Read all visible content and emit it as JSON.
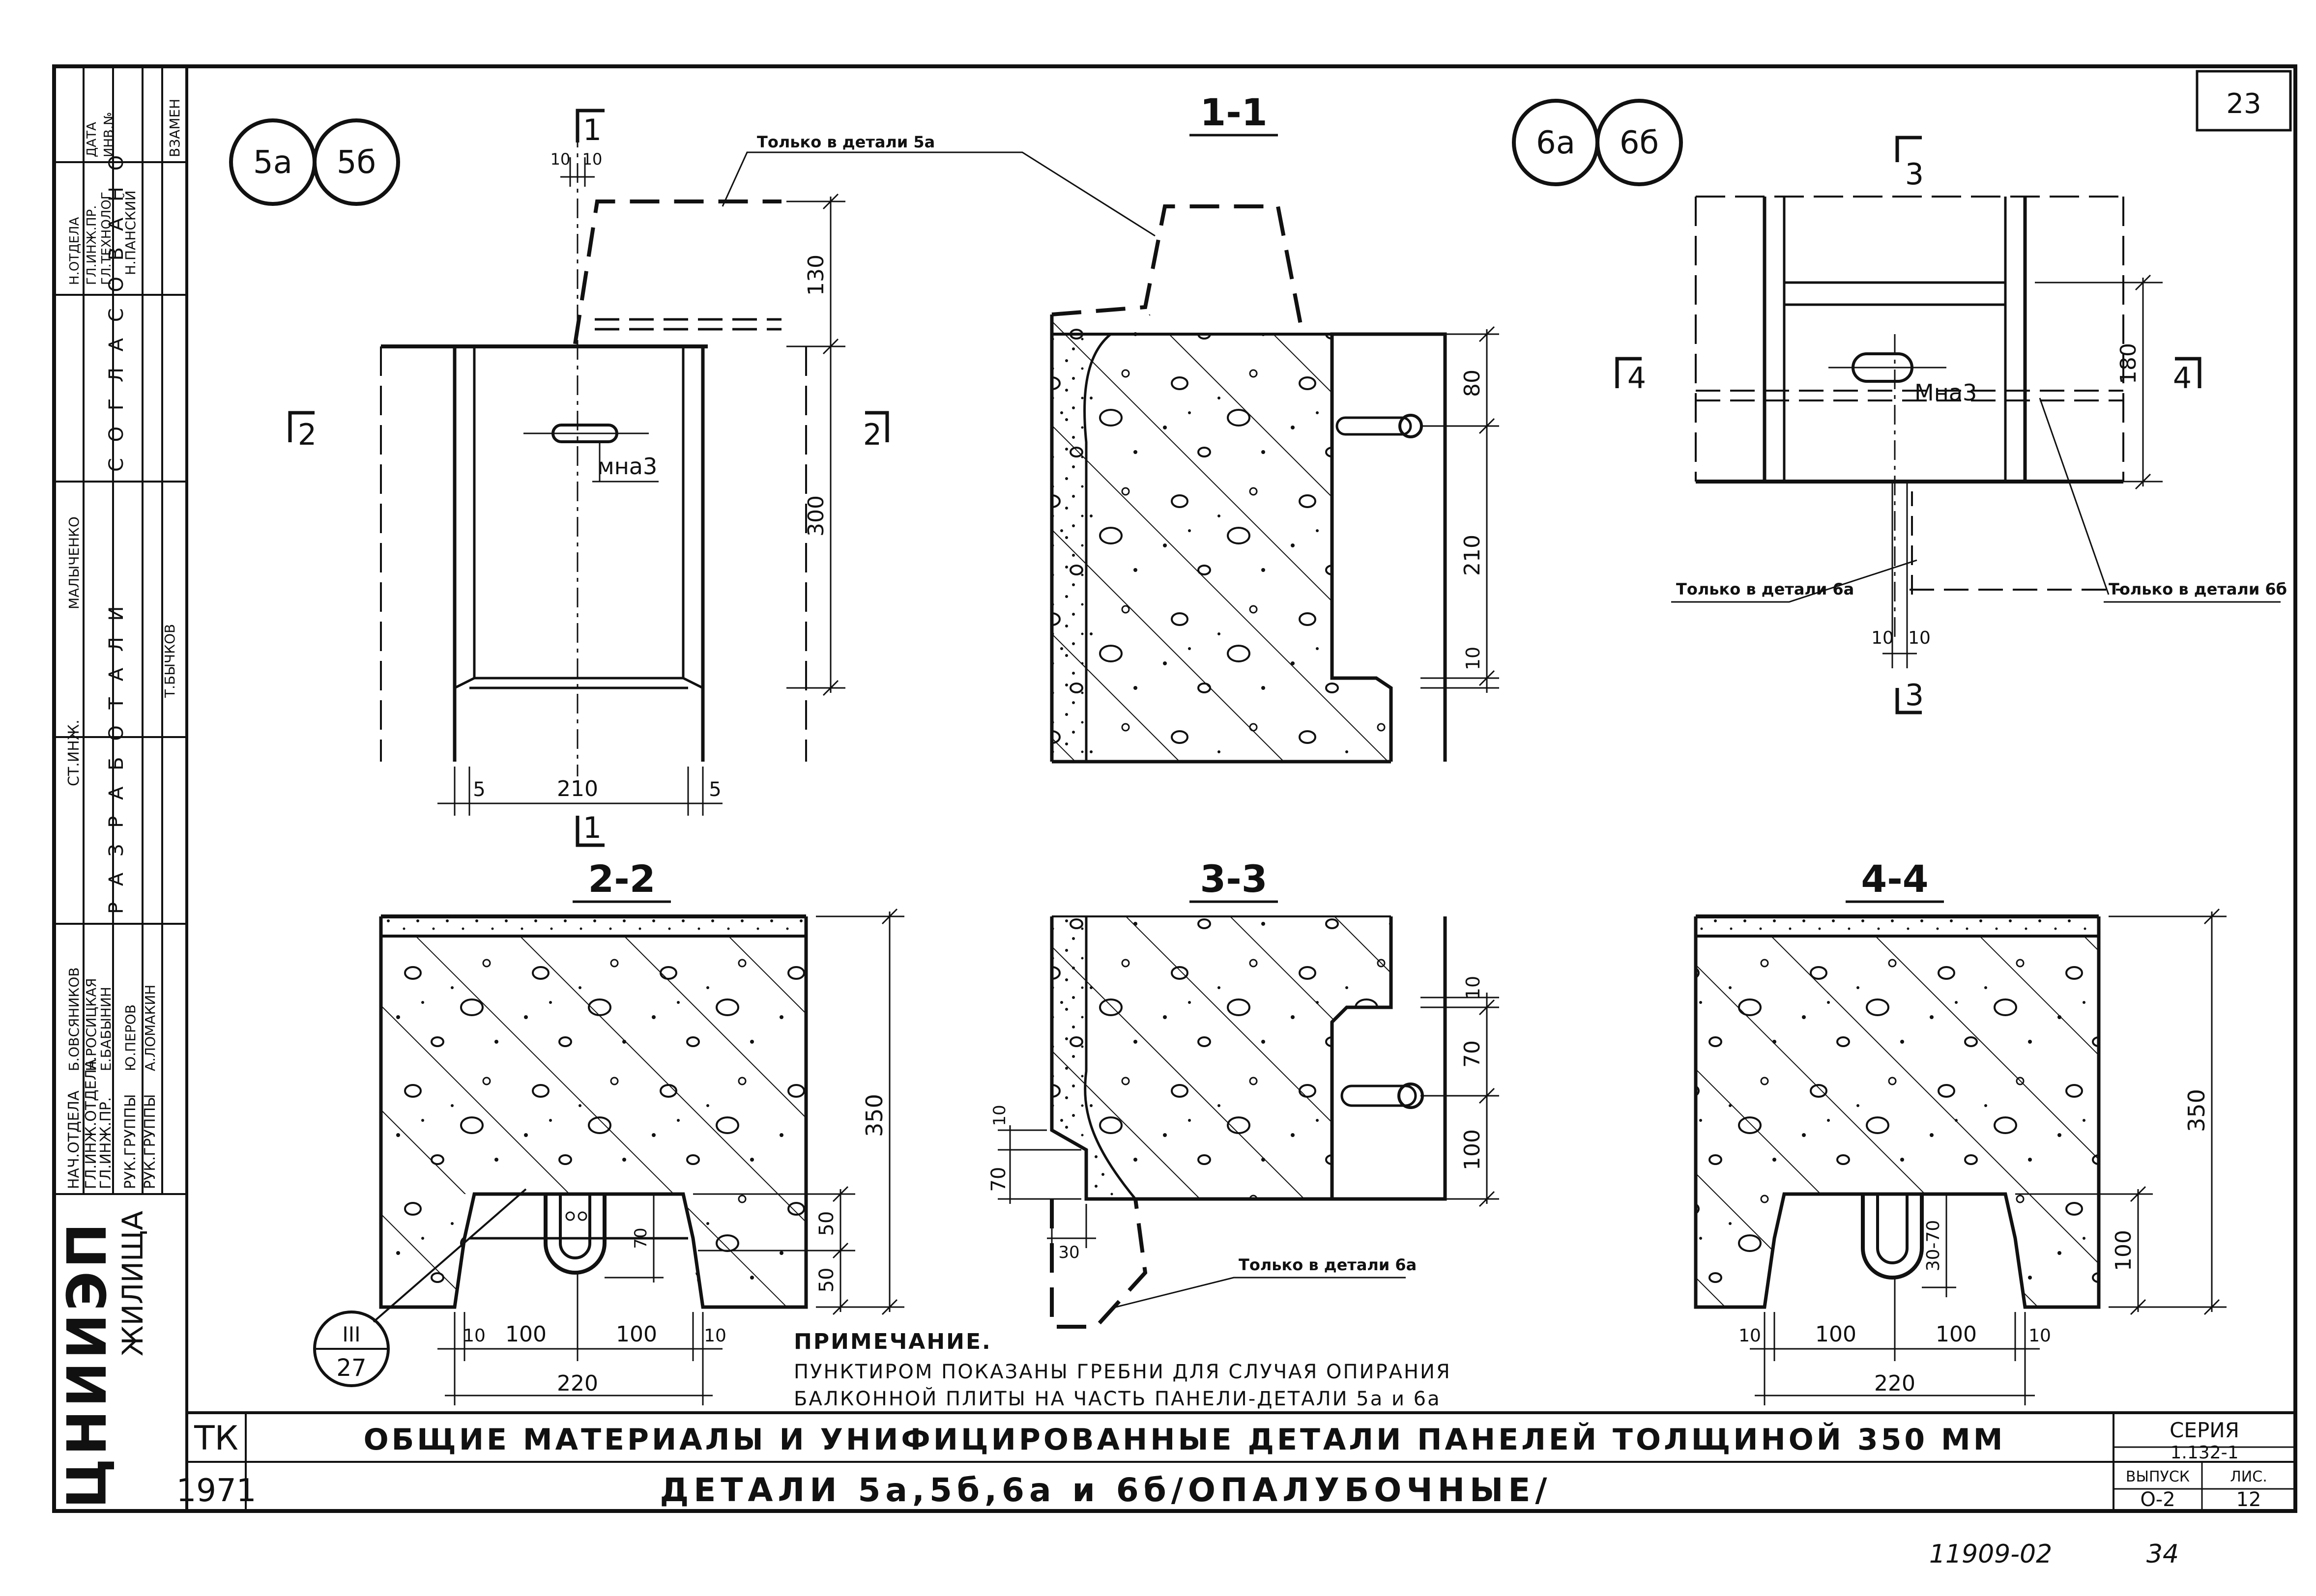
{
  "sheet": {
    "page_number": "23",
    "doc_number": "11909-02",
    "footer_handwritten": "34",
    "org_short": "ЖИЛИЩА",
    "org_logo": "ЦНИИЭП",
    "code_tk": "ТК",
    "year": "1971",
    "series_label": "СЕРИЯ",
    "series_value": "1.132-1",
    "issue_label": "ВЫПУСК",
    "issue_value": "О-2",
    "sheet_label": "ЛИС.",
    "sheet_value": "12",
    "title_line1": "ОБЩИЕ МАТЕРИАЛЫ И УНИФИЦИРОВАННЫЕ ДЕТАЛИ ПАНЕЛЕЙ ТОЛЩИНОЙ 350 ММ",
    "title_line2": "ДЕТАЛИ 5а,5б,6а и 6б/ОПАЛУБОЧНЫЕ/"
  },
  "side_stamp": {
    "top_headers": [
      "Н.ОТДЕЛА",
      "ГЛ.ИНЖ.ПР.",
      "ГЛ.ТЕХНОЛОГ",
      "ДАТА",
      "ИНВ.№"
    ],
    "section_approved": "С О Г Л А С О В А Н О",
    "section_developed": "Р А З Р А Б О Т А Л И",
    "roles": [
      "НАЧ.ОТДЕЛА",
      "ГЛ.ИНЖ.ОТДЕЛА",
      "ГЛ.ИНЖ.ПР.",
      "РУК.ГРУППЫ",
      "РУК.ГРУППЫ",
      "СТ.ИНЖ."
    ],
    "names": [
      "Б.ОВСЯНИКОВ",
      "Н.РОСИЦКАЯ",
      "Е.БАБЫНИН",
      "Ю.ПЕРОВ",
      "А.ЛОМАКИН",
      "Т.БЫЧКОВ"
    ],
    "extra_names": [
      "МАЛЫЧЕНКО",
      "Н.ПАНСКИЙ",
      "ВЗАМЕН"
    ]
  },
  "detail_tags": {
    "left_pair": [
      "5а",
      "5б"
    ],
    "right_pair": [
      "6а",
      "6б"
    ],
    "ref_callout": {
      "top": "III",
      "bottom": "27"
    }
  },
  "section_labels": {
    "s11": "1-1",
    "s22": "2-2",
    "s33": "3-3",
    "s44": "4-4",
    "cut1": "1",
    "cut2": "2",
    "cut3": "3",
    "cut4": "4"
  },
  "annotations": {
    "only_5a": "Только в детали 5а",
    "only_6a": "Только в детали 6а",
    "only_6a_2": "Только в детали 6а",
    "only_6b": "Только в детали 6б",
    "mna3_left": "мна3",
    "mna3_right": "Мна3"
  },
  "dims": {
    "v5_130": "130",
    "v5_300": "300",
    "h5_10a": "10",
    "h5_10b": "10",
    "h5_5a": "5",
    "h5_210": "210",
    "h5_5b": "5",
    "v11_80": "80",
    "v11_210": "210",
    "v11_10": "10",
    "v6_180": "180",
    "h6_10a": "10",
    "h6_10b": "10",
    "v22_350": "350",
    "v22_50a": "50",
    "v22_50b": "50",
    "v22_70": "70",
    "h22_10a": "10",
    "h22_100a": "100",
    "h22_100b": "100",
    "h22_10b": "10",
    "h22_220": "220",
    "v33_10a": "10",
    "v33_70": "70",
    "v33_100": "100",
    "v33_70l": "70",
    "v33_10l": "10",
    "h33_30": "30",
    "v44_350": "350",
    "v44_100": "100",
    "v44_3070": "30-70",
    "h44_10a": "10",
    "h44_100a": "100",
    "h44_100b": "100",
    "h44_10b": "10",
    "h44_220": "220"
  },
  "note": {
    "heading": "ПРИМЕЧАНИЕ.",
    "line1": "ПУНКТИРОМ ПОКАЗАНЫ ГРЕБНИ ДЛЯ СЛУЧАЯ ОПИРАНИЯ",
    "line2": "БАЛКОННОЙ ПЛИТЫ НА ЧАСТЬ ПАНЕЛИ-ДЕТАЛИ 5а и 6а"
  },
  "colors": {
    "ink": "#111111",
    "paper": "#ffffff"
  }
}
